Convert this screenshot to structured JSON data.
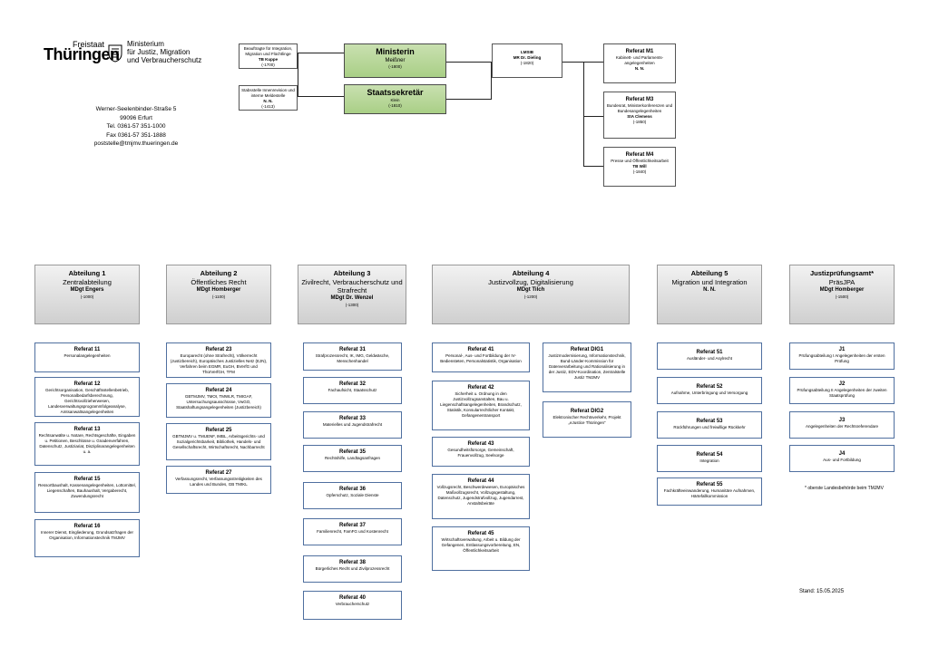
{
  "header": {
    "freistaat": "Freistaat",
    "thueringen": "Thüringen",
    "ministry_line1": "Ministerium",
    "ministry_line2": "für Justiz, Migration",
    "ministry_line3": "und Verbraucherschutz"
  },
  "address": {
    "street": "Werner-Seelenbinder-Straße 5",
    "city": "99096 Erfurt",
    "tel": "Tel. 0361-57 351-1000",
    "fax": "Fax 0361-57 351-1888",
    "email": "poststelle@tmjmv.thueringen.de"
  },
  "staff": {
    "beauftragte": {
      "title": "Beauftragte für Integration, Migration und Flüchtlinge",
      "name": "TB Kuppe",
      "code": "(-1700)"
    },
    "stabsstelle": {
      "title": "Stabsstelle Innenrevision und interne Meldestelle",
      "name": "N. N.",
      "code": "(-1413)"
    }
  },
  "ministerin": {
    "title": "Ministerin",
    "name": "Meißner",
    "code": "(-1800)"
  },
  "staatssekretaer": {
    "title": "Staatssekretär",
    "name": "Klein",
    "code": "(-1810)"
  },
  "lmsib": {
    "title": "LMSIB",
    "name": "MR Dr. Dieling",
    "code": "(-1820)"
  },
  "referat_m": [
    {
      "title": "Referat M1",
      "desc": "Kabinett- und Parlaments-angelegenheiten",
      "name": "N. N.",
      "code": ""
    },
    {
      "title": "Referat M3",
      "desc": "Bundesrat, Ministerkonferenzen und Bundesangelegenheiten",
      "name": "StA Clemens",
      "code": "(-1850)"
    },
    {
      "title": "Referat M4",
      "desc": "Presse und Öffentlichkeitsarbeit",
      "name": "TB Will",
      "code": "(-1840)"
    }
  ],
  "abteilungen": [
    {
      "title": "Abteilung 1",
      "name": "Zentralabteilung",
      "head": "MDgt Engers",
      "code": "(-1000)"
    },
    {
      "title": "Abteilung 2",
      "name": "Öffentliches Recht",
      "head": "MDgt Homberger",
      "code": "(-1100)"
    },
    {
      "title": "Abteilung 3",
      "name": "Zivilrecht, Verbraucherschutz und Strafrecht",
      "head": "MDgt Dr. Wenzel",
      "code": "(-1300)"
    },
    {
      "title": "Abteilung 4",
      "name": "Justizvollzug, Digitalisierung",
      "head": "MDgt Tilch",
      "code": "(-1200)"
    },
    {
      "title": "Abteilung 5",
      "name": "Migration und Integration",
      "head": "N. N.",
      "code": ""
    },
    {
      "title": "Justizprüfungsamt*",
      "name": "PräsJPA",
      "head": "MDgt Homberger",
      "code": "(-1500)"
    }
  ],
  "col1": [
    {
      "title": "Referat 11",
      "desc": "Personalangelegenheiten"
    },
    {
      "title": "Referat 12",
      "desc": "Gerichtsorganisation, Geschäftsstellenbetrieb, Personalbedarfsberechnung, Gerichtsvollzieherwesen, Landesverwaltungsprogrammfolgeanalyse, Amtsanwaltsangelegenheiten"
    },
    {
      "title": "Referat 13",
      "desc": "Rechtsanwälte u. Notare, Rechtsgeschäfte, Eingaben u. Petitionen, Beschlüsse u. Gnadenverfahren, Datenschutz, Justiziariat, Disziplinarangelegenheiten u. a."
    },
    {
      "title": "Referat 15",
      "desc": "Ressortbaushalt, Kassenangelegenheiten, Lottomittel, Liegenschaften, Bauhaushalt, Vergaberecht, Zuwendungsrecht"
    },
    {
      "title": "Referat 16",
      "desc": "Innerer Dienst, Eingliederung, Grundsatzfragen der Organisation, Informationstechnik TMJMV"
    }
  ],
  "col2": [
    {
      "title": "Referat 23",
      "desc": "Europarecht (ohne Strafrecht), Völkerrecht (Justizbereich), Europäisches Justizielles Netz (EJN), Verfahren beim EGMR, EuGH, BVerfG und ThürVerfGH, TFM"
    },
    {
      "title": "Referat 24",
      "desc": "GBTMJMV, TMOI, TMWLR, TMIGAF, Untersuchungsausschüsse, VwGO, Staatshaftungsangelegenheiten (Justizbereich)"
    },
    {
      "title": "Referat 25",
      "desc": "GBTMJMV u. TMUENF, IMBL, Arbeitsgerichts- und Sozialgerichtsbarkeit, Bibliothek, Handels- und Gesellschaftsrecht, Wirtschaftsrecht, Nachbarrecht"
    },
    {
      "title": "Referat 27",
      "desc": "Verfassungsrecht, Verfassungsstreitigkeiten des Landes und Bundes, GB TMIKL"
    }
  ],
  "col3": [
    {
      "title": "Referat 31",
      "desc": "Strafprozessrecht, IK, IMG, Geldwäsche, Menschenhandel"
    },
    {
      "title": "Referat 32",
      "desc": "Fachaufsicht, Staatsschutz"
    },
    {
      "title": "Referat 33",
      "desc": "Materielles und Jugendstrafrecht"
    },
    {
      "title": "Referat 35",
      "desc": "Rechtshilfe, Landtagsanfragen"
    },
    {
      "title": "Referat 36",
      "desc": "Opferschutz, Soziale Dienste"
    },
    {
      "title": "Referat 37",
      "desc": "Familienrecht, FamFG und Kostenrecht"
    },
    {
      "title": "Referat 38",
      "desc": "Bürgerliches Recht und Zivilprozessrecht"
    },
    {
      "title": "Referat 40",
      "desc": "Verbraucherschutz"
    }
  ],
  "col4a": [
    {
      "title": "Referat 41",
      "desc": "Personal-, Aus- und Fortbildung der IV-Bediensteten, Personalstatistik, Organisation"
    },
    {
      "title": "Referat 42",
      "desc": "Sicherheit u. Ordnung in den Justizvollzugsanstalten, Bau u. Liegenschaftsangelegenheiten, Brandschutz, Statistik, Konsularrechtlicher Kontakt, Gefangenentransport"
    },
    {
      "title": "Referat 43",
      "desc": "Gesundheitsfürsorge, Gemeinschaft, Frauenvollzug, Seelsorge"
    },
    {
      "title": "Referat 44",
      "desc": "Vollzugsrecht, Beschwerdewesen, Europäisches Maßvollzugsrecht, Vollzugsgestaltung, Datenschutz, Jugendstrafvollzug, Jugendarrest, Anstaltsbeiräte"
    },
    {
      "title": "Referat 45",
      "desc": "Wirtschaftsverwaltung, Arbeit u. Bildung der Gefangenen, Entlassungsvorbereitung, EN, Öffentlichkeitsarbeit"
    }
  ],
  "col4b": [
    {
      "title": "Referat DIG1",
      "desc": "Justizmodernisierung, Informationstechnik, Bund-Länder-Kommission für Datenverarbeitung und Rationalisierung in der Justiz, EDV-Koordination, Zentralstelle Justiz TMJMV"
    },
    {
      "title": "Referat DIG2",
      "desc": "Elektronischer Rechtsverkehr, Projekt „eJustice Thüringen“"
    }
  ],
  "col5": [
    {
      "title": "Referat 51",
      "desc": "Ausländer- und Asylrecht"
    },
    {
      "title": "Referat 52",
      "desc": "Aufnahme, Unterbringung und Versorgung"
    },
    {
      "title": "Referat 53",
      "desc": "Rückführungen und freiwillige Rückkehr"
    },
    {
      "title": "Referat 54",
      "desc": "Integration"
    },
    {
      "title": "Referat 55",
      "desc": "Fachkräfteeinwanderung, Humanitäre Aufnahmen, Härtefallkommission"
    }
  ],
  "col6": [
    {
      "title": "J1",
      "desc": "Prüfungsabteilung I Angelegenheiten der ersten Prüfung"
    },
    {
      "title": "J2",
      "desc": "Prüfungsabteilung II Angelegenheiten der zweiten Staatsprüfung"
    },
    {
      "title": "J3",
      "desc": "Angelegenheiten der Rechtsreferendare"
    },
    {
      "title": "J4",
      "desc": "Aus- und Fortbildung"
    }
  ],
  "footnote": "* oberste Landesbehörde beim TMJMV",
  "stand": "Stand: 15.05.2025"
}
